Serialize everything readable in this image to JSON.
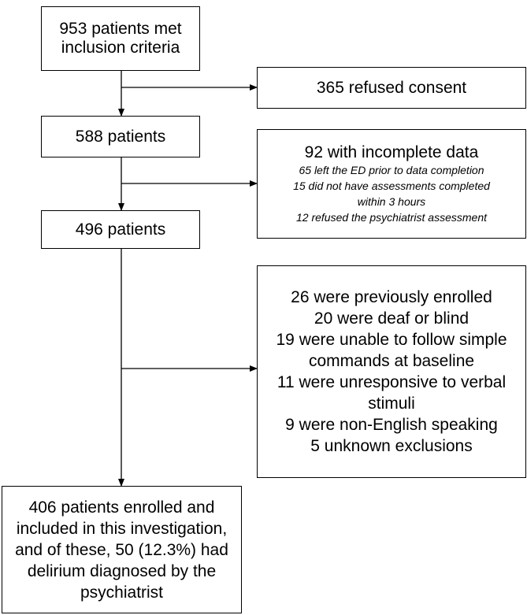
{
  "boxes": {
    "inclusion": {
      "lines": [
        "953 patients met",
        "inclusion criteria"
      ]
    },
    "refused": {
      "lines": [
        "365 refused consent"
      ]
    },
    "step588": {
      "lines": [
        "588 patients"
      ]
    },
    "incomplete": {
      "heading": "92 with incomplete data",
      "details": [
        "65 left the ED prior to data completion",
        "15 did not have assessments completed",
        "within 3 hours",
        "12 refused the psychiatrist assessment"
      ]
    },
    "step496": {
      "lines": [
        "496 patients"
      ]
    },
    "excluded": {
      "lines": [
        "26 were previously enrolled",
        "20 were deaf or blind",
        "19 were unable to follow simple",
        "commands at baseline",
        "11 were unresponsive to verbal",
        "stimuli",
        "9 were non-English speaking",
        "5 unknown exclusions"
      ]
    },
    "enrolled": {
      "lines": [
        "406 patients enrolled and",
        "included in this investigation,",
        "and of these, 50 (12.3%) had",
        "delirium diagnosed by the",
        "psychiatrist"
      ]
    }
  }
}
